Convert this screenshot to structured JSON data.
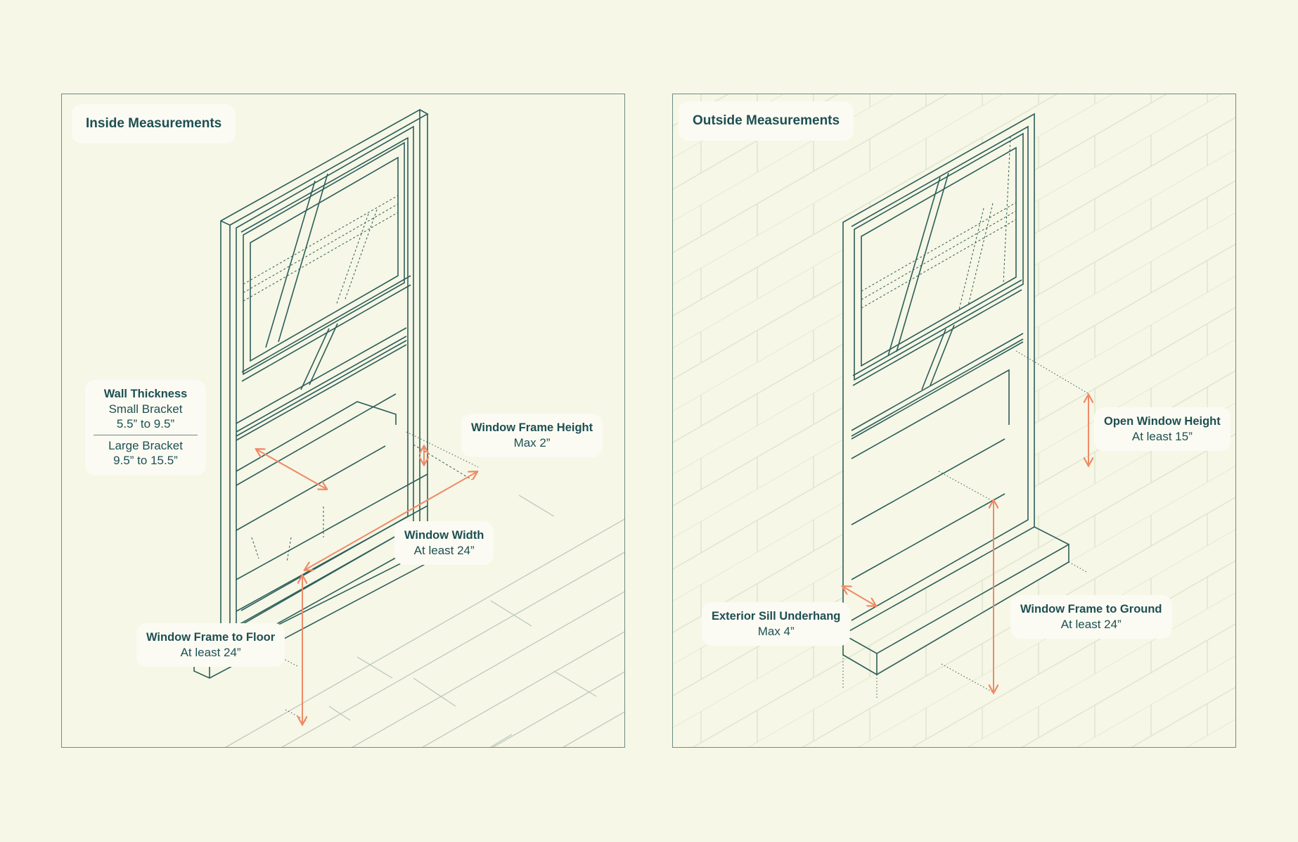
{
  "colors": {
    "background": "#f6f7e6",
    "line": "#2c5e5c",
    "arrow": "#ef8a68",
    "label_bg": "#fbfbf3",
    "text": "#1e4f52"
  },
  "inside": {
    "title": "Inside Measurements",
    "wall_thickness": {
      "title": "Wall Thickness",
      "small_label": "Small Bracket",
      "small_value": "5.5” to 9.5”",
      "large_label": "Large Bracket",
      "large_value": "9.5” to 15.5”"
    },
    "frame_height": {
      "title": "Window Frame Height",
      "value": "Max 2”"
    },
    "width": {
      "title": "Window Width",
      "value": "At least 24”"
    },
    "frame_to_floor": {
      "title": "Window Frame to Floor",
      "value": "At least 24”"
    }
  },
  "outside": {
    "title": "Outside Measurements",
    "open_height": {
      "title": "Open Window Height",
      "value": "At least 15”"
    },
    "sill_underhang": {
      "title": "Exterior Sill Underhang",
      "value": "Max 4”"
    },
    "frame_to_ground": {
      "title": "Window Frame to Ground",
      "value": "At least 24”"
    }
  }
}
